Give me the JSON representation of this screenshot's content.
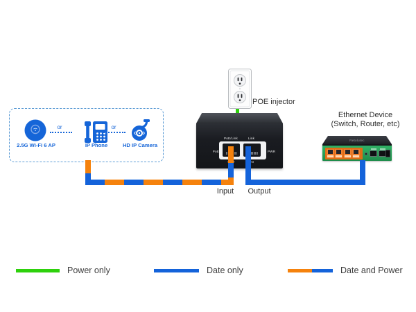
{
  "colors": {
    "data_blue": "#1463da",
    "power_orange": "#f5820d",
    "power_green": "#2ed10c",
    "dashed_box_border": "#5b9bd5",
    "device_blue": "#1565d8",
    "switch_panel_green": "#1f8c4b"
  },
  "poe_injector": {
    "label": "POE injector",
    "left_port_label": "PoE/Link",
    "right_port_label": "Link",
    "left_side_label": "PoE",
    "right_side_label": "PWR",
    "left_port_bottom_label": "OUT",
    "right_port_bottom_label": "IN"
  },
  "powered_devices": {
    "or_label": "or",
    "items": [
      {
        "name": "2.5G Wi-Fi 6 AP",
        "icon": "wifi-ap-icon"
      },
      {
        "name": "IP Phone",
        "icon": "ip-phone-icon"
      },
      {
        "name": "HD IP Camera",
        "icon": "ip-camera-icon"
      }
    ]
  },
  "ethernet_device": {
    "label_line1": "Ethernet Device",
    "label_line2": "(Switch, Router, etc)",
    "brand_text": "Retolutec"
  },
  "connections": {
    "input_label": "Input",
    "output_label": "Output"
  },
  "legend": {
    "items": [
      {
        "label": "Power only",
        "type": "power-only"
      },
      {
        "label": "Date only",
        "type": "data-only"
      },
      {
        "label": "Date and Power",
        "type": "data-and-power"
      }
    ]
  }
}
